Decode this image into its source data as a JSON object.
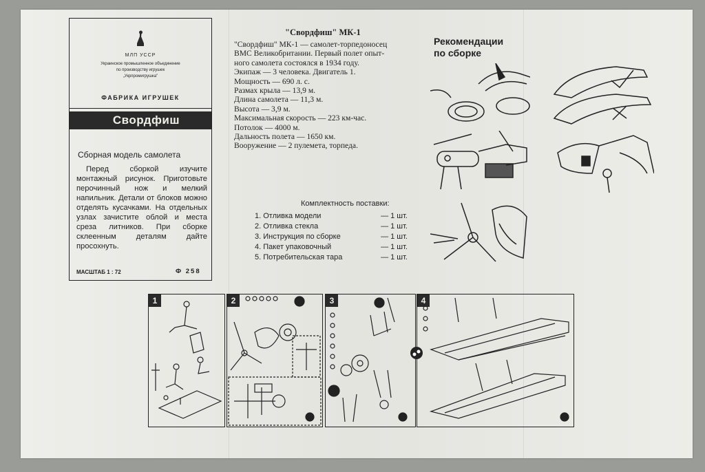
{
  "header": {
    "org_line1": "МЛП УССР",
    "org_line2": "Украинское промышленное объединение",
    "org_line3": "по производству игрушек",
    "org_line4": "„Укрпромигрушка\"",
    "factory": "ФАБРИКА ИГРУШЕК"
  },
  "banner": "Свордфиш",
  "model": {
    "title": "Сборная модель самолета",
    "intro": "Перед сборкой изучите монтажный рисунок. Приготовьте перочинный нож и мелкий напильник. Детали от блоков можно отделять кусачками. На отдельных узлах зачистите облой и места среза литников. При сборке склеенным деталям дайте просохнуть.",
    "scale": "МАСШТАБ 1 : 72",
    "code": "Ф 258"
  },
  "spec": {
    "title": "\"Свордфиш\" МК-1",
    "lines": [
      "\"Свордфиш\" МК-1 — самолет-торпедоносец",
      "ВМС Великобритании. Первый полет опыт-",
      "ного самолета состоялся в 1934 году.",
      "Экипаж — 3 человека. Двигатель 1.",
      "Мощность — 690 л. с.",
      "Размах крыла — 13,9 м.",
      "Длина самолета — 11,3 м.",
      "Высота — 3,9 м.",
      "Максимальная скорость — 223 км-час.",
      "Потолок — 4000 м.",
      "Дальность полета — 1650 км.",
      "Вооружение — 2 пулемета, торпеда."
    ]
  },
  "kit": {
    "title": "Комплектность поставки:",
    "items": [
      {
        "name": "1. Отливка модели",
        "qty": "— 1 шт."
      },
      {
        "name": "2. Отливка стекла",
        "qty": "— 1 шт."
      },
      {
        "name": "3. Инструкция по сборке",
        "qty": "— 1 шт."
      },
      {
        "name": "4. Пакет упаковочный",
        "qty": "— 1 шт."
      },
      {
        "name": "5. Потребительская тара",
        "qty": "— 1 шт."
      }
    ]
  },
  "recommendations": {
    "title_line1": "Рекомендации",
    "title_line2": "по сборке"
  },
  "steps": [
    {
      "num": "1"
    },
    {
      "num": "2"
    },
    {
      "num": "3"
    },
    {
      "num": "4"
    }
  ]
}
